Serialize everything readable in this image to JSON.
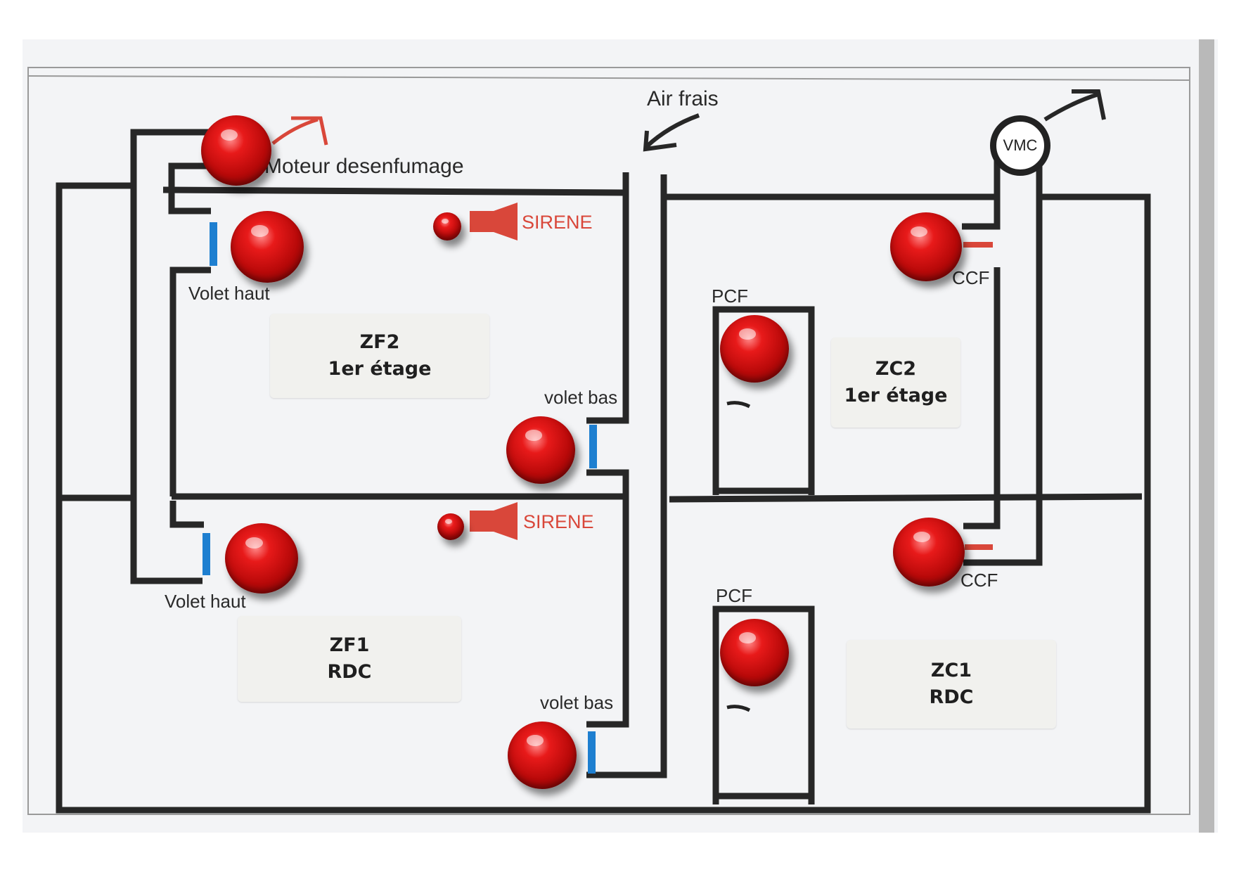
{
  "labels": {
    "air_frais": "Air frais",
    "moteur": "Moteur desenfumage",
    "vmc": "VMC",
    "sirene": "SIRENE",
    "volet_haut": "Volet haut",
    "volet_bas": "volet bas",
    "pcf": "PCF",
    "ccf": "CCF"
  },
  "zones": {
    "zf2": {
      "name": "ZF2",
      "level": "1er étage"
    },
    "zf1": {
      "name": "ZF1",
      "level": "RDC"
    },
    "zc2": {
      "name": "ZC2",
      "level": "1er étage"
    },
    "zc1": {
      "name": "ZC1",
      "level": "RDC"
    }
  },
  "colors": {
    "line": "#272727",
    "lamp": "#d61414",
    "accent_red": "#d9473a",
    "damper_blue": "#1e7fd0",
    "board": "#f3f4f6"
  },
  "icons": [
    "arrow-out-icon",
    "arrow-in-icon",
    "speaker-icon",
    "door-handle-icon"
  ]
}
